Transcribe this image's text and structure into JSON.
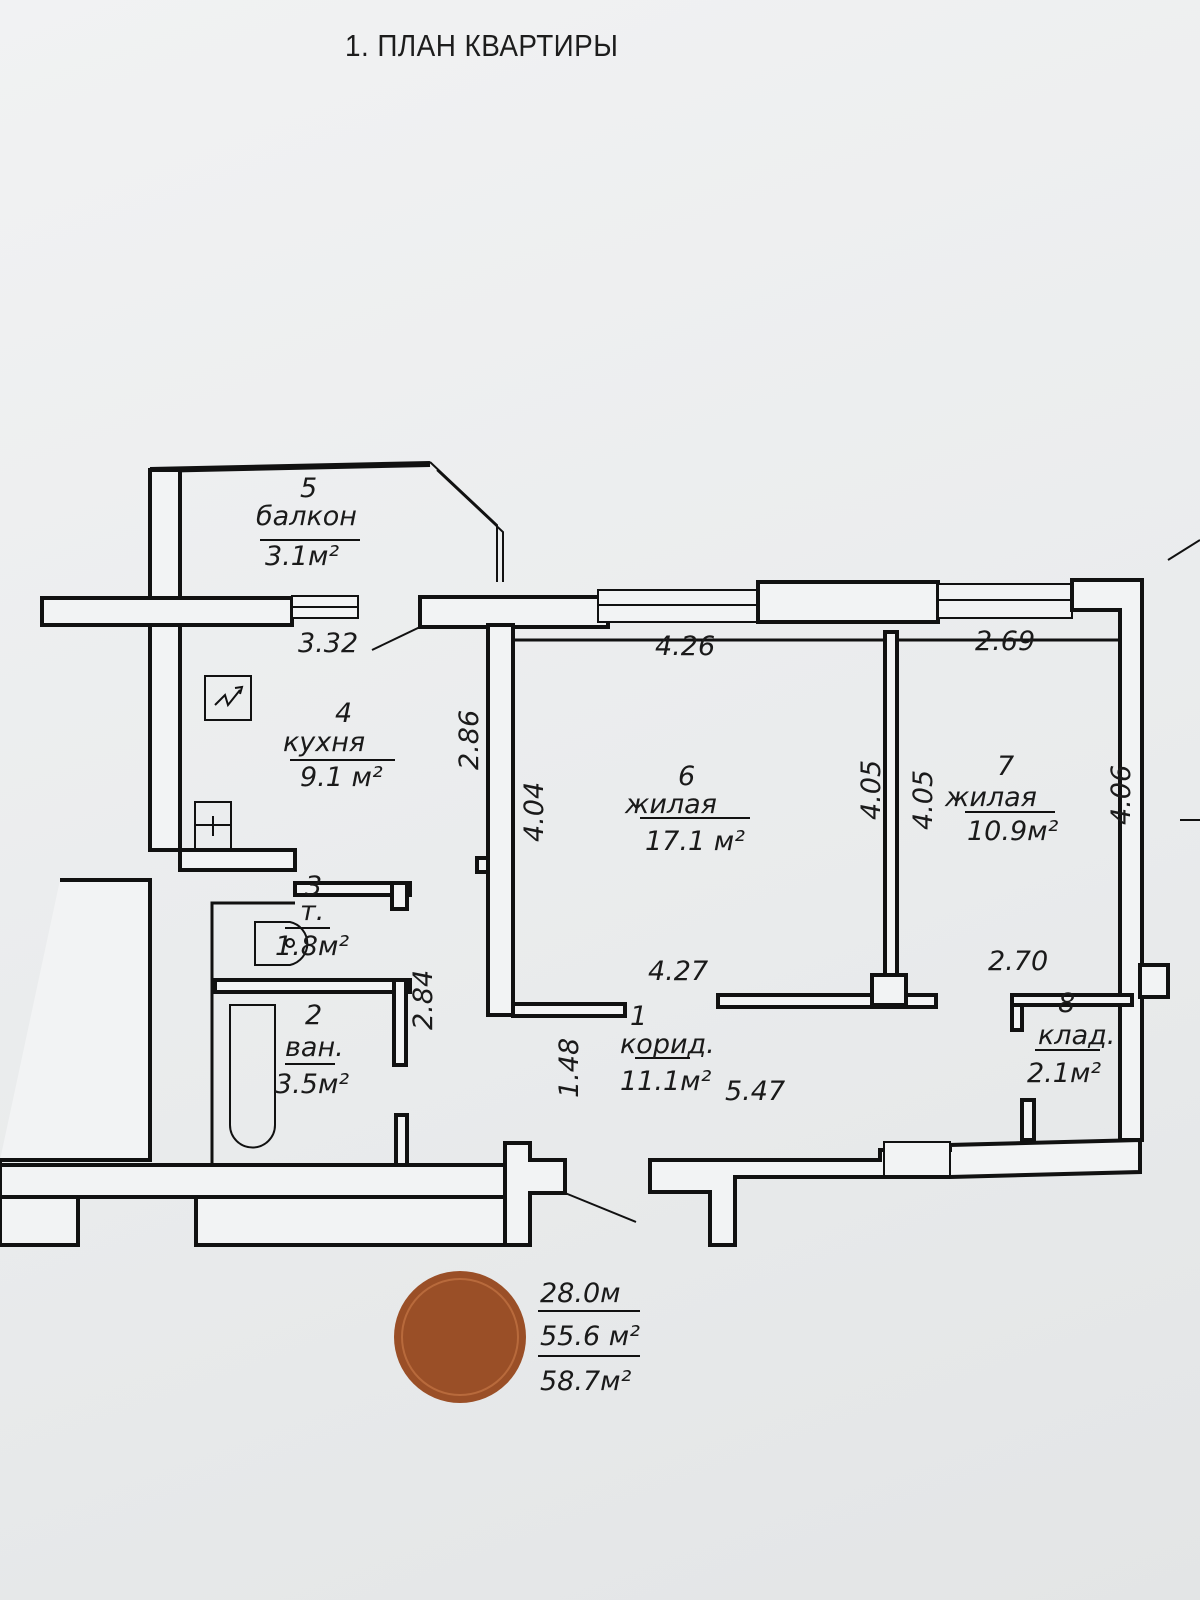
{
  "title": "1. ПЛАН КВАРТИРЫ",
  "rooms": [
    {
      "num": "1",
      "name": "корид.",
      "area": "11.1м²"
    },
    {
      "num": "2",
      "name": "ван.",
      "area": "3.5м²"
    },
    {
      "num": "3",
      "name": "т.",
      "area": "1.8м²"
    },
    {
      "num": "4",
      "name": "кухня",
      "area": "9.1 м²"
    },
    {
      "num": "5",
      "name": "балкон",
      "area": "3.1м²"
    },
    {
      "num": "6",
      "name": "жилая",
      "area": "17.1 м²"
    },
    {
      "num": "7",
      "name": "жилая",
      "area": "10.9м²"
    },
    {
      "num": "8",
      "name": "клад.",
      "area": "2.1м²"
    }
  ],
  "dimensions": {
    "kitchen_width": "3.32",
    "kitchen_length": "2.86",
    "room6_top": "4.26",
    "room6_left": "4.04",
    "room6_right": "4.05",
    "room6_bottom": "4.27",
    "room7_top": "2.69",
    "room7_left": "4.05",
    "room7_right": "4.06",
    "room7_bottom": "2.70",
    "bath_length": "2.84",
    "corridor_width": "1.48",
    "corridor_length": "5.47"
  },
  "totals": {
    "living_area": "28.0м",
    "total_area": "55.6 м²",
    "total_with_balcony": "58.7м²"
  }
}
